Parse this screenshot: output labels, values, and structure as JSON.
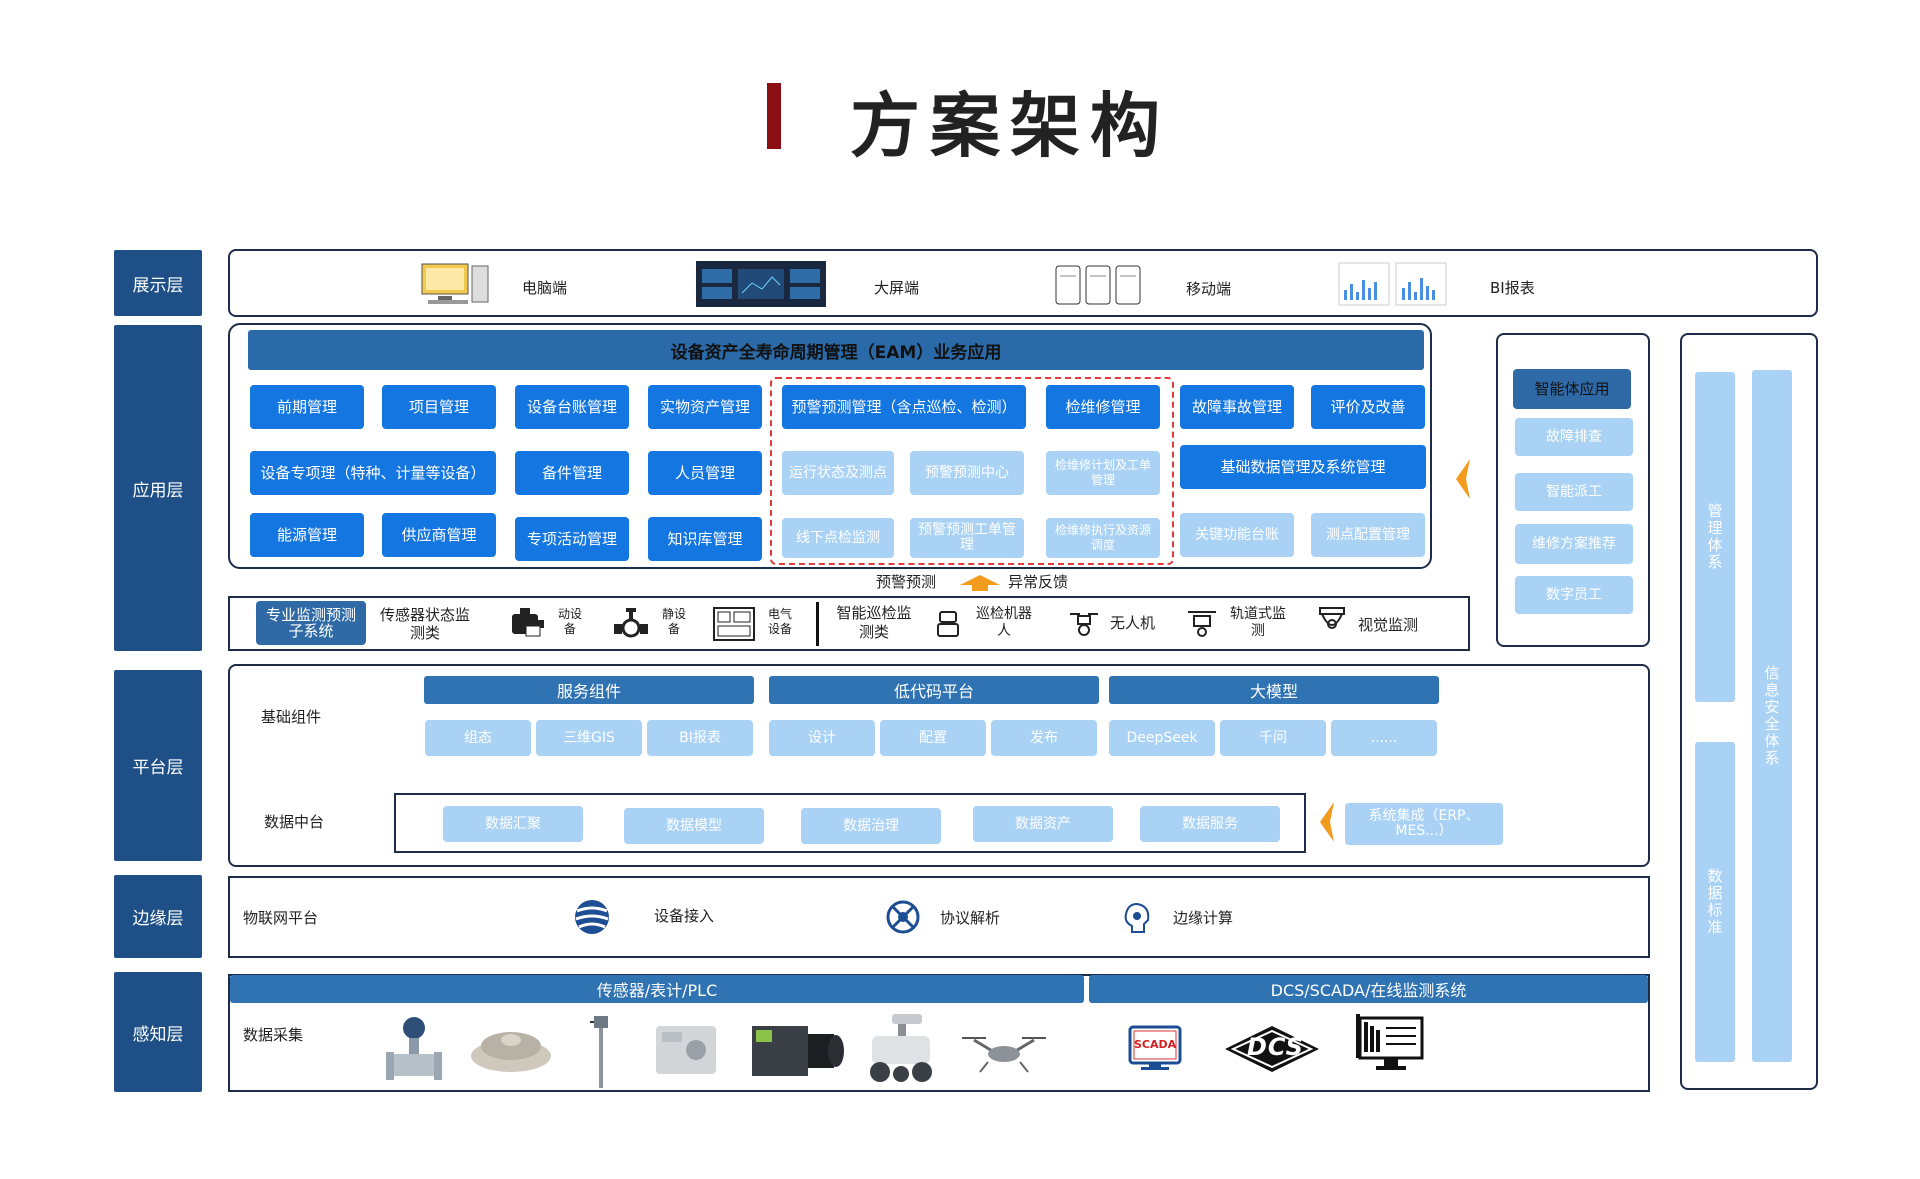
{
  "title": "方案架构",
  "layers": {
    "display": "展示层",
    "app": "应用层",
    "platform": "平台层",
    "edge": "边缘层",
    "perception": "感知层"
  },
  "display": {
    "pc": "电脑端",
    "screen": "大屏端",
    "mobile": "移动端",
    "bi": "BI报表"
  },
  "eam": {
    "banner": "设备资产全寿命周期管理（EAM）业务应用",
    "row1": [
      "前期管理",
      "项目管理",
      "设备台账管理",
      "实物资产管理"
    ],
    "row2": [
      "设备专项理（特种、计量等设备）",
      "备件管理",
      "人员管理"
    ],
    "row3": [
      "能源管理",
      "供应商管理",
      "专项活动管理",
      "知识库管理"
    ],
    "predict": "预警预测管理（含点巡检、检测）",
    "predict_sub": [
      "运行状态及测点",
      "预警预测中心",
      "线下点检监测",
      "预警预测工单管理"
    ],
    "repair": "检维修管理",
    "repair_sub": [
      "检维修计划及工单管理",
      "检维修执行及资源调度"
    ],
    "fault": "故障事故管理",
    "evaluate": "评价及改善",
    "basic": "基础数据管理及系统管理",
    "key": "关键功能台账",
    "point": "测点配置管理"
  },
  "feedback": {
    "left": "预警预测",
    "right": "异常反馈"
  },
  "monitor": {
    "system": "专业监测预测子系统",
    "sensor": "传感器状态监测类",
    "dynamic": "动设备",
    "static": "静设备",
    "electric": "电气设备",
    "smart": "智能巡检监测类",
    "robot": "巡检机器人",
    "drone": "无人机",
    "rail": "轨道式监测",
    "video": "视觉监测"
  },
  "ai": {
    "head": "智能体应用",
    "items": [
      "故障排查",
      "智能派工",
      "维修方案推荐",
      "数字员工"
    ]
  },
  "side": {
    "mgmt": "管理体系",
    "standard": "数据标准",
    "security": "信息安全体系"
  },
  "platform": {
    "base": "基础组件",
    "service": "服务组件",
    "service_items": [
      "组态",
      "三维GIS",
      "BI报表"
    ],
    "lowcode": "低代码平台",
    "lowcode_items": [
      "设计",
      "配置",
      "发布"
    ],
    "llm": "大模型",
    "llm_items": [
      "DeepSeek",
      "千问",
      "......"
    ],
    "datacenter": "数据中台",
    "dc_items": [
      "数据汇聚",
      "数据模型",
      "数据治理",
      "数据资产",
      "数据服务"
    ],
    "integration": "系统集成（ERP、MES...）"
  },
  "edge": {
    "iot": "物联网平台",
    "access": "设备接入",
    "protocol": "协议解析",
    "compute": "边缘计算"
  },
  "perception": {
    "plc": "传感器/表计/PLC",
    "dcs": "DCS/SCADA/在线监测系统",
    "collect": "数据采集",
    "scada": "SCADA",
    "dcs_logo": "DCS"
  },
  "colors": {
    "accent": "#1476e0",
    "light": "#a9d2f5",
    "label": "#1e4f87",
    "title_bar": "#8b0f14",
    "arrow": "#f29b1d"
  }
}
